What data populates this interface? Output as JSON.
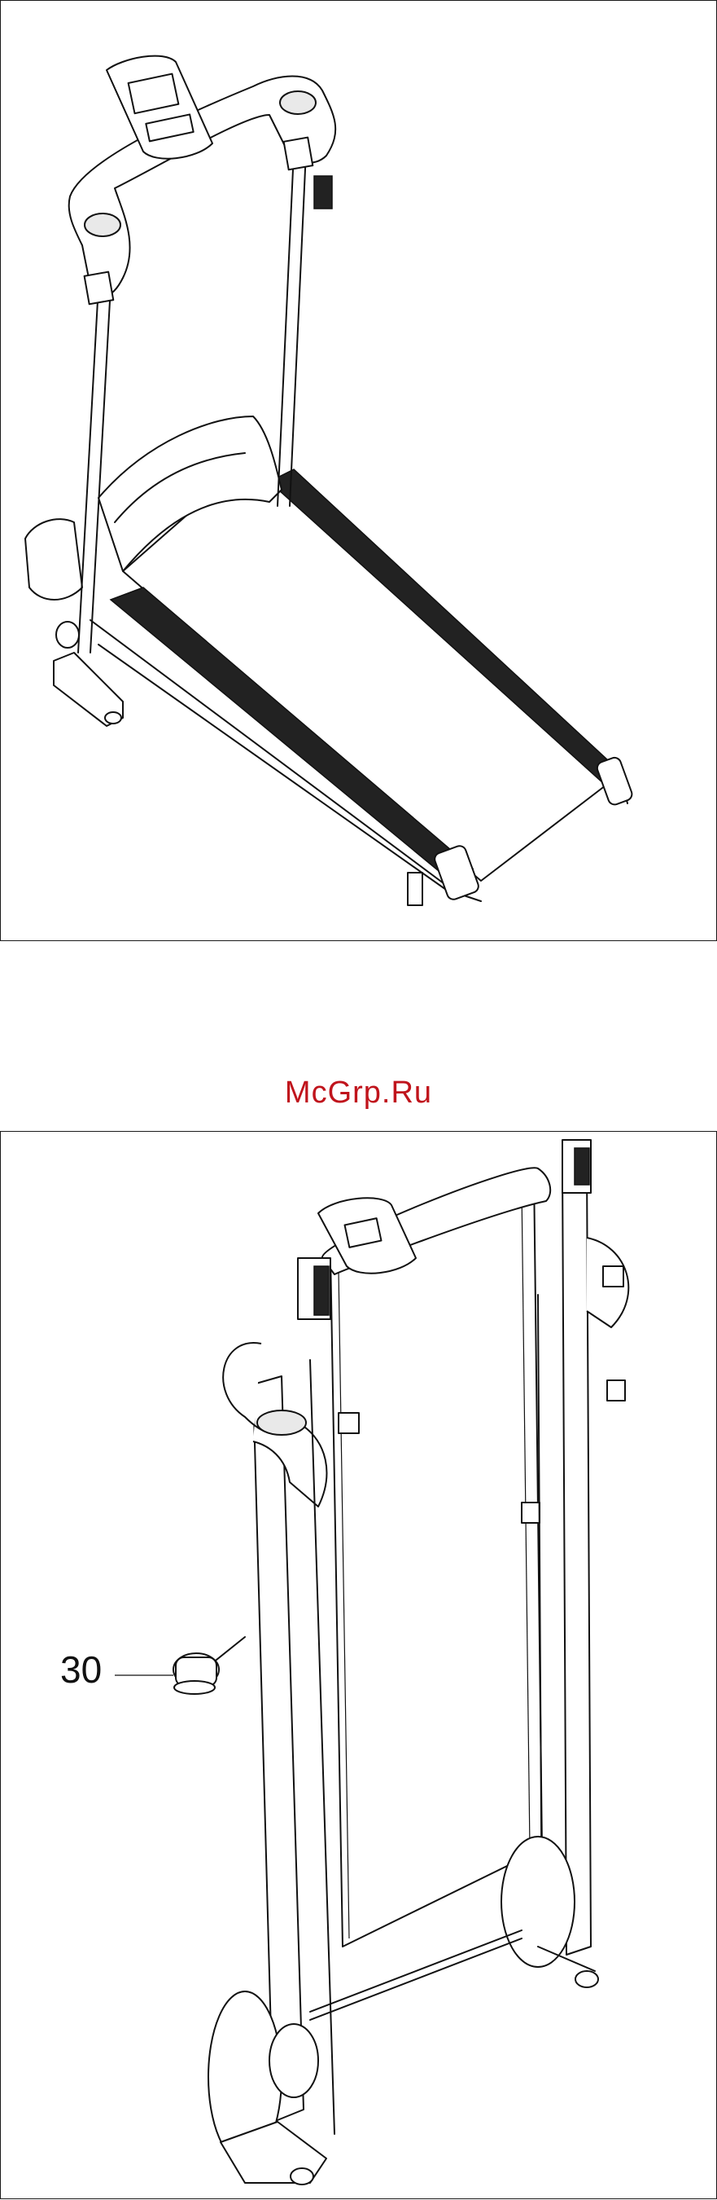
{
  "watermark": {
    "text": "McGrp.Ru",
    "color": "#c0141c"
  },
  "figures": [
    {
      "name": "treadmill-unfolded",
      "description_label": ""
    },
    {
      "name": "treadmill-folded",
      "callout_label": "30"
    }
  ],
  "icons": [
    "treadmill-unfolded-drawing",
    "treadmill-folded-drawing",
    "knob-part-30-icon"
  ]
}
